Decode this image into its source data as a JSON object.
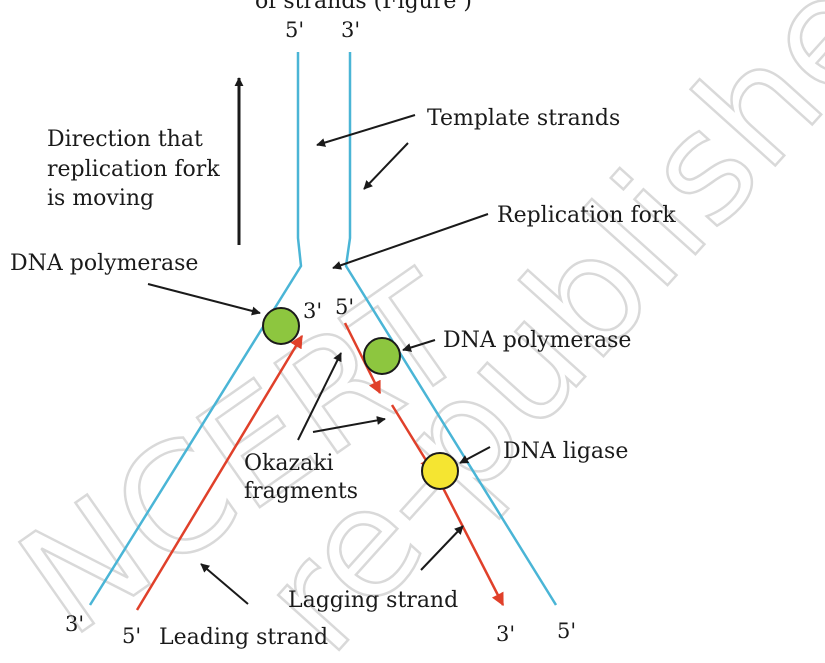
{
  "header_fragment": "of  strands  (Figure  )",
  "labels": {
    "template_strands": "Template strands",
    "direction_line1": "Direction that",
    "direction_line2": "replication fork",
    "direction_line3": "is moving",
    "replication_fork": "Replication fork",
    "dna_polymerase_left": "DNA polymerase",
    "dna_polymerase_right": "DNA polymerase",
    "dna_ligase": "DNA ligase",
    "okazaki_line1": "Okazaki",
    "okazaki_line2": "fragments",
    "lagging_strand": "Lagging strand",
    "leading_strand": "Leading strand"
  },
  "ends": {
    "top_left": "5'",
    "top_right": "3'",
    "fork_left": "3'",
    "fork_right": "5'",
    "bottom_left_template": "3'",
    "bottom_left_leading": "5'",
    "bottom_right_lagging": "3'",
    "bottom_right_template": "5'"
  },
  "watermark": {
    "left": "NCERT",
    "right": "re-published",
    "color": "#d9d9d9"
  },
  "colors": {
    "template_strand": "#4ab5d6",
    "new_strand": "#e0402a",
    "polymerase": "#8dc63f",
    "ligase": "#f5e531",
    "arrow": "#1a1a1a"
  }
}
